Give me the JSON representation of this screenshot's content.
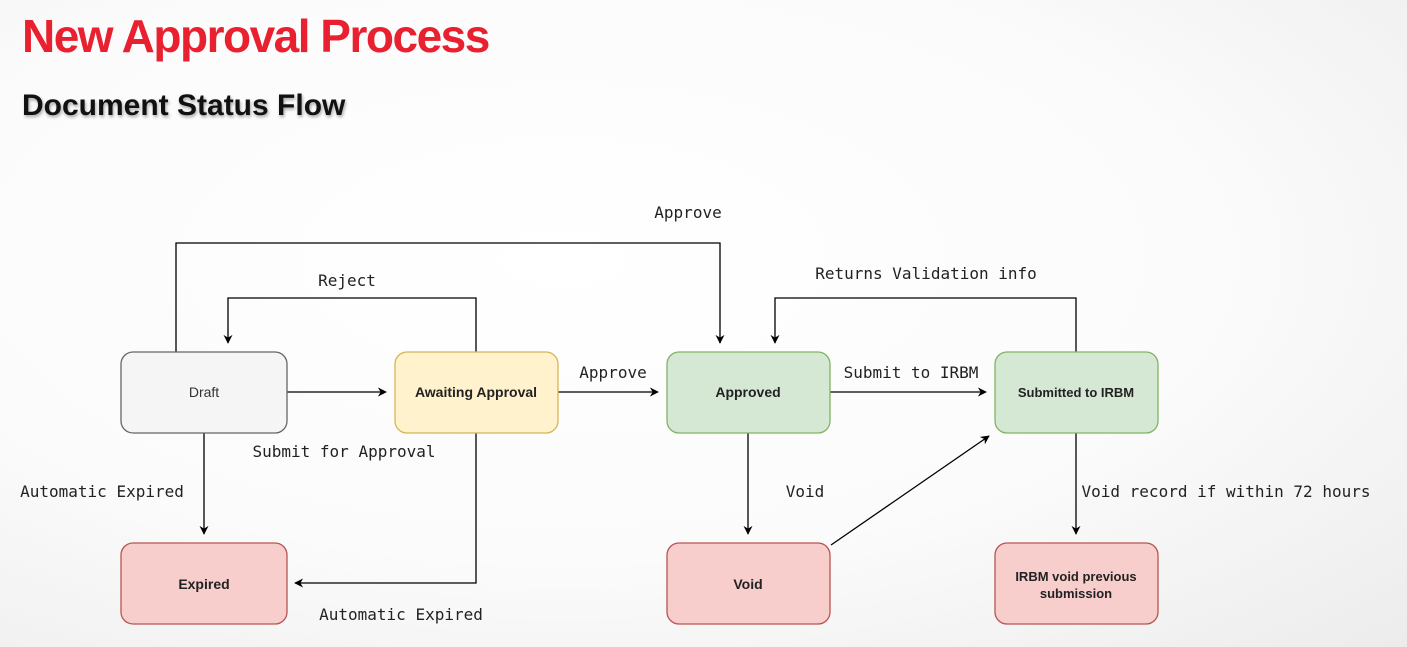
{
  "header": {
    "title": "New Approval Process",
    "subtitle": "Document Status Flow"
  },
  "colors": {
    "title": "#e8202f",
    "neutral_fill": "#f5f5f5",
    "neutral_stroke": "#666666",
    "pending_fill": "#fff2cc",
    "pending_stroke": "#d6b656",
    "success_fill": "#d5e8d4",
    "success_stroke": "#82b366",
    "danger_fill": "#f8cecc",
    "danger_stroke": "#b85450",
    "line": "#000000"
  },
  "nodes": {
    "draft": "Draft",
    "awaiting": "Awaiting Approval",
    "approved": "Approved",
    "submitted": "Submitted to IRBM",
    "expired": "Expired",
    "void": "Void",
    "irbm_void_line1": "IRBM void previous",
    "irbm_void_line2": "submission"
  },
  "edges": {
    "approve_top": "Approve",
    "reject": "Reject",
    "returns_validation": "Returns Validation info",
    "approve": "Approve",
    "submit_for_approval": "Submit for Approval",
    "submit_to_irbm": "Submit to IRBM",
    "automatic_expired_left": "Automatic Expired",
    "automatic_expired_bottom": "Automatic Expired",
    "void": "Void",
    "void_record": "Void record if within 72 hours"
  }
}
